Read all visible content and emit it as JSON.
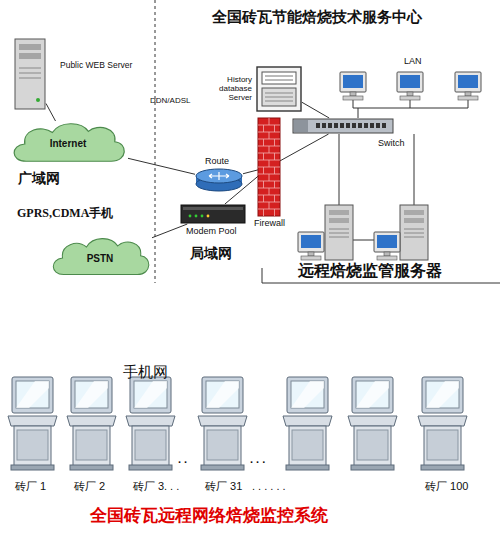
{
  "diagram": {
    "title": "全国砖瓦节能焙烧技术服务中心",
    "caption": "全国砖瓦远程网络焙烧监控系统",
    "nodes": [
      {
        "text": [
          "Public WEB Server"
        ]
      },
      {
        "text": [
          "Internet"
        ]
      },
      {
        "text": [
          "PSTN"
        ]
      },
      {
        "text": [
          "Route"
        ]
      },
      {
        "text": [
          "Modem Pool"
        ]
      },
      {
        "text": [
          "Firewall"
        ]
      },
      {
        "text": [
          "History database Server"
        ]
      },
      {
        "text": [
          "Switch"
        ]
      },
      {
        "text": [
          "砖厂 1"
        ]
      },
      {
        "text": [
          "砖厂 2"
        ]
      },
      {
        "text": [
          "砖厂 3"
        ]
      },
      {
        "text": [
          "砖厂 31"
        ]
      },
      {
        "text": [
          "砖厂 100"
        ]
      }
    ],
    "edges": [
      {
        "from": 0,
        "to": 1,
        "arrow": "none"
      },
      {
        "from": 1,
        "to": 3,
        "label": "DDN/ADSL",
        "arrow": "none"
      },
      {
        "from": 2,
        "to": 4,
        "arrow": "none"
      },
      {
        "from": 3,
        "to": 5,
        "arrow": "none"
      },
      {
        "from": 4,
        "to": 5,
        "arrow": "none"
      },
      {
        "from": 5,
        "to": 7,
        "arrow": "none"
      },
      {
        "from": 7,
        "to": 6,
        "arrow": "none"
      }
    ],
    "labels": [
      "广域网",
      "GPRS,CDMA手机",
      "局域网",
      "LAN",
      "远程焙烧监管服务器",
      "手机网",
      ". .",
      ". . .",
      ". . .",
      ". . . . . ."
    ]
  }
}
